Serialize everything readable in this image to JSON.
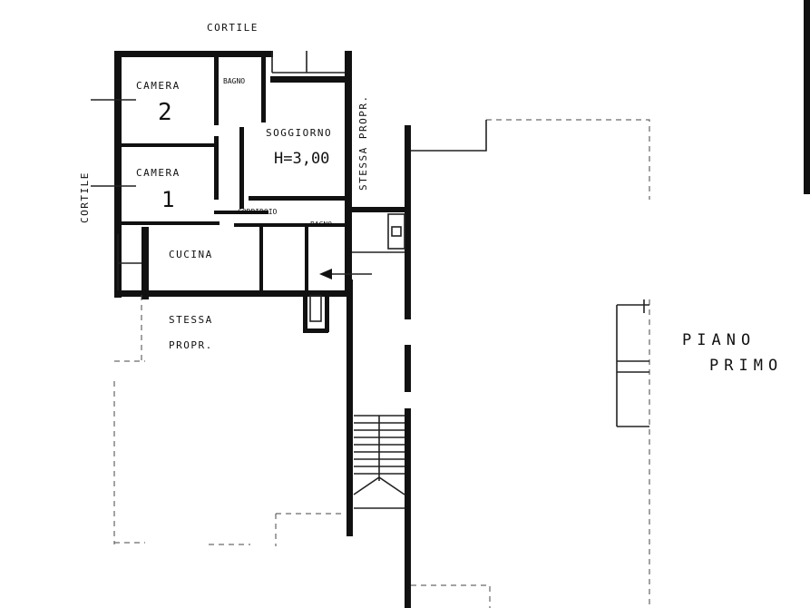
{
  "plan": {
    "outside": {
      "top": "CORTILE",
      "left": "CORTILE",
      "right": "STESSA PROPR.",
      "bottom_line1": "STESSA",
      "bottom_line2": "PROPR."
    },
    "rooms": {
      "camera2": {
        "label": "CAMERA",
        "number": "2"
      },
      "camera1": {
        "label": "CAMERA",
        "number": "1"
      },
      "bagno1": "BAGNO",
      "soggiorno": {
        "label": "SOGGIORNO",
        "height": "H=3,00"
      },
      "corridoio": "CORRIDOIO",
      "cucina": "CUCINA",
      "bagno2": "BAGNO"
    },
    "floor": {
      "line1": "PIANO",
      "line2": "PRIMO"
    }
  }
}
